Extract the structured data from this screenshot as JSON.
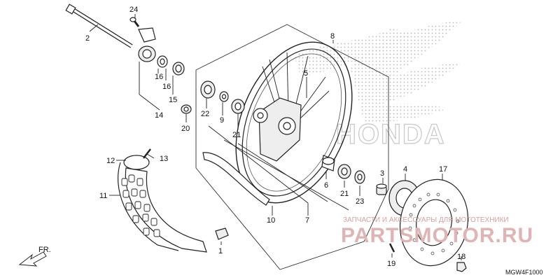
{
  "diagram": {
    "code": "MGW4F1000",
    "direction_label": "FR.",
    "brand_watermark": "HONDA",
    "shop_watermark": {
      "tagline": "ЗАПЧАСТИ И АКСЕССУАРЫ ДЛЯ МОТОТЕХНИКИ",
      "logo": "PARTSMOTOR.RU"
    },
    "callouts": [
      "24",
      "2",
      "16",
      "16",
      "15",
      "14",
      "20",
      "8",
      "5",
      "22",
      "9",
      "21",
      "12",
      "13",
      "11",
      "1",
      "3",
      "4",
      "17",
      "6",
      "21",
      "23",
      "10",
      "7",
      "19",
      "18"
    ]
  }
}
